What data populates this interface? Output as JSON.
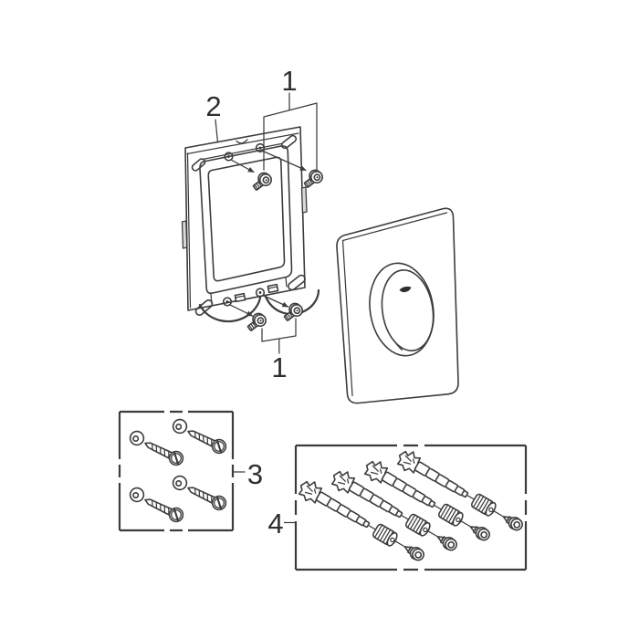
{
  "diagram": {
    "type": "exploded-parts-diagram",
    "background": "#ffffff",
    "figures": {
      "mounting_frame": "mounting-frame",
      "top_screws": "two-fixing-screws",
      "bottom_screws": "two-fixing-screws",
      "flush_plate": "wall-plate-with-round-push-button",
      "screw_kit": "four-wood-screws-with-washers",
      "bolt_kit": "four-adjuster-bolts-with-knurled-nuts-and-screws"
    }
  },
  "colors": {
    "line": "#3c3c3c",
    "label": "#2f2f2f",
    "shade": "#d9d9d9",
    "dark": "#2f2f2f",
    "canvas": "#ffffff"
  },
  "callouts": {
    "top_screws": {
      "label": "1"
    },
    "mounting_frame": {
      "label": "2"
    },
    "bottom_screws": {
      "label": "1"
    },
    "screw_kit": {
      "label": "3"
    },
    "bolt_kit": {
      "label": "4"
    }
  }
}
